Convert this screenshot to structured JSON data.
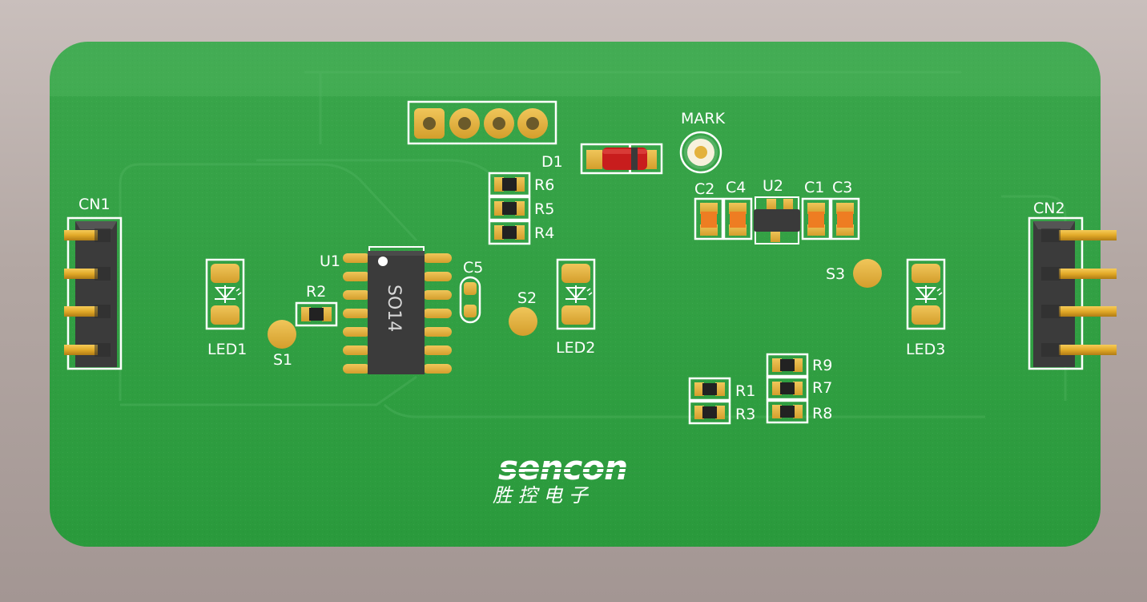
{
  "board": {
    "brand": "sencon",
    "brand_cn": "胜 控 电 子",
    "colors": {
      "background": "#b3a7a3",
      "pcb": "#2e9b40",
      "pcb_highlight": "#45ad55",
      "pad_gold": "#e3b23c",
      "silkscreen": "#ffffff",
      "chip_body": "#3a3a3a",
      "diode_red": "#c81d1d",
      "capacitor_orange": "#ee7d22"
    }
  },
  "labels": {
    "cn1": "CN1",
    "cn2": "CN2",
    "led1": "LED1",
    "led2": "LED2",
    "led3": "LED3",
    "s1": "S1",
    "s2": "S2",
    "s3": "S3",
    "u1": "U1",
    "u2": "U2",
    "u1_package": "SO14",
    "r1": "R1",
    "r2": "R2",
    "r3": "R3",
    "r4": "R4",
    "r5": "R5",
    "r6": "R6",
    "r7": "R7",
    "r8": "R8",
    "r9": "R9",
    "c1": "C1",
    "c2": "C2",
    "c3": "C3",
    "c4": "C4",
    "c5": "C5",
    "d1": "D1",
    "mark": "MARK"
  }
}
